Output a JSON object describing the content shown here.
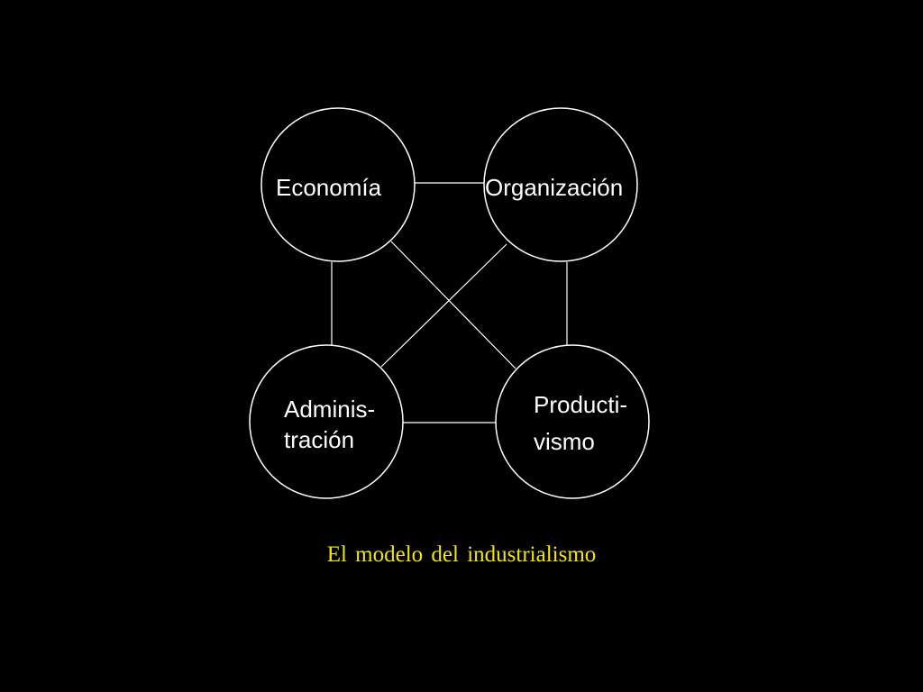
{
  "diagram": {
    "nodes": {
      "economia": {
        "lines": [
          "Economía"
        ]
      },
      "organizacion": {
        "lines": [
          "Organización"
        ]
      },
      "administracion": {
        "lines": [
          "Adminis-",
          "tración"
        ]
      },
      "productivismo": {
        "lines": [
          "Producti-",
          "vismo"
        ]
      }
    },
    "edges": [
      [
        "economia",
        "organizacion"
      ],
      [
        "economia",
        "administracion"
      ],
      [
        "organizacion",
        "productivismo"
      ],
      [
        "administracion",
        "productivismo"
      ],
      [
        "economia",
        "productivismo"
      ],
      [
        "organizacion",
        "administracion"
      ]
    ]
  },
  "caption": "El modelo del industrialismo",
  "colors": {
    "background": "#000000",
    "lines": "#ffffff",
    "caption": "#f2e600"
  }
}
